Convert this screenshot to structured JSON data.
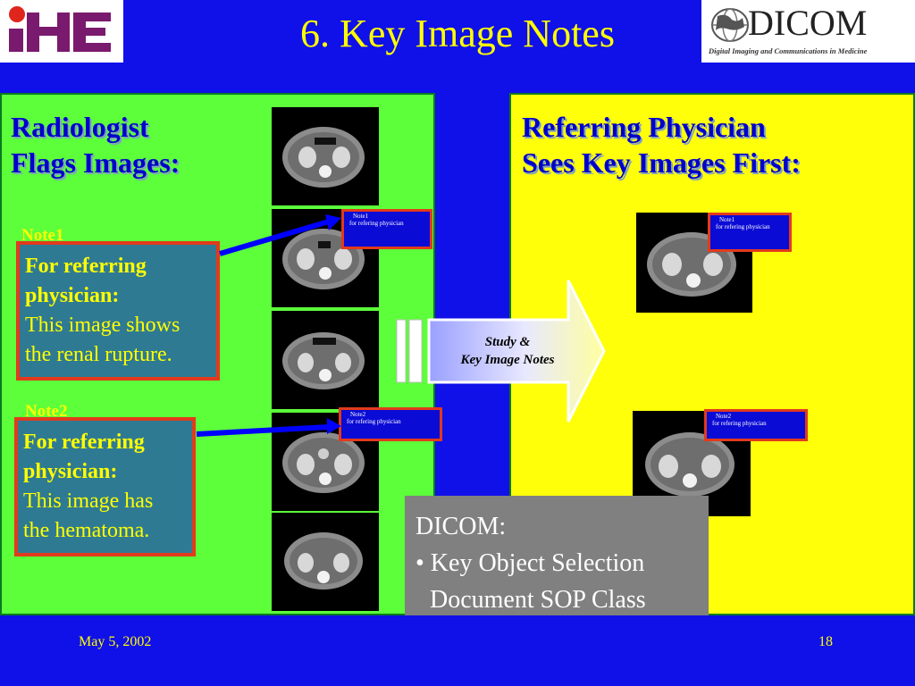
{
  "slide": {
    "title": "6. Key Image Notes",
    "footer_date": "May 5, 2002",
    "footer_page": "18"
  },
  "logos": {
    "ihe": {
      "text": "IHE"
    },
    "dicom": {
      "wordmark": "DICOM",
      "tagline": "Digital Imaging and Communications in Medicine"
    }
  },
  "left_panel": {
    "heading_line1": "Radiologist",
    "heading_line2": "Flags Images:",
    "note1": {
      "label": "Note1",
      "bold1": "For referring",
      "bold2": "physician:",
      "text1": "This image shows",
      "text2": "the renal rupture."
    },
    "note2": {
      "label": "Note2",
      "bold1": "For referring",
      "bold2": "physician:",
      "text1": "This image has",
      "text2": "the hematoma."
    },
    "mini_note1": {
      "label": "Note1",
      "text": "for refering physician"
    },
    "mini_note2": {
      "label": "Note2",
      "text": "for refering physician"
    }
  },
  "arrow": {
    "line1": "Study &",
    "line2": "Key Image Notes"
  },
  "right_panel": {
    "heading_line1": "Referring Physician",
    "heading_line2": "Sees Key Images First:",
    "mini_note1": {
      "label": "Note1",
      "text": "for refering physician"
    },
    "mini_note2": {
      "label": "Note2",
      "text": "for refering physician"
    }
  },
  "dicom_box": {
    "line1": "DICOM:",
    "line2": "• Key Object Selection",
    "line3": "Document SOP Class"
  },
  "colors": {
    "background": "#1010e8",
    "title": "#ffff00",
    "left_panel": "#5cff3a",
    "right_panel": "#ffff0a",
    "note_box": "#2f7a93",
    "note_border": "#e23a1c",
    "heading": "#0000cc",
    "dicom_box": "#808080"
  }
}
